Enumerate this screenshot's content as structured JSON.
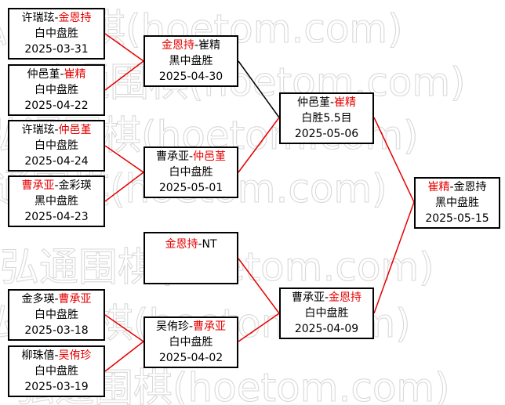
{
  "watermark": "弘通围棋(hoetom.com)",
  "colors": {
    "winner": "#e60000",
    "loser": "#000000",
    "lineWin": "#e60000",
    "lineLose": "#000000"
  },
  "matches": {
    "m1": {
      "p1": "许瑞玹",
      "p2": "金恩持",
      "winner": 2,
      "result": "白中盘胜",
      "date": "2025-03-31"
    },
    "m2": {
      "p1": "仲邑堇",
      "p2": "崔精",
      "winner": 2,
      "result": "白中盘胜",
      "date": "2025-04-22"
    },
    "m3": {
      "p1": "许瑞玹",
      "p2": "仲邑堇",
      "winner": 2,
      "result": "白中盘胜",
      "date": "2025-04-24"
    },
    "m4": {
      "p1": "曹承亚",
      "p2": "金彩瑛",
      "winner": 1,
      "result": "黑中盘胜",
      "date": "2025-04-23"
    },
    "m5": {
      "p1": "金多瑛",
      "p2": "曹承亚",
      "winner": 2,
      "result": "白中盘胜",
      "date": "2025-03-18"
    },
    "m6": {
      "p1": "柳珠僖",
      "p2": "吴侑珍",
      "winner": 2,
      "result": "白中盘胜",
      "date": "2025-03-19"
    },
    "q1": {
      "p1": "金恩持",
      "p2": "崔精",
      "winner": 1,
      "result": "黑中盘胜",
      "date": "2025-04-30"
    },
    "q2": {
      "p1": "曹承亚",
      "p2": "仲邑堇",
      "winner": 2,
      "result": "白中盘胜",
      "date": "2025-05-01"
    },
    "q3": {
      "p1": "金恩持",
      "p2": "NT",
      "winner": 1,
      "result": "",
      "date": ""
    },
    "q4": {
      "p1": "吴侑珍",
      "p2": "曹承亚",
      "winner": 2,
      "result": "白中盘胜",
      "date": "2025-04-02"
    },
    "s1": {
      "p1": "仲邑堇",
      "p2": "崔精",
      "winner": 2,
      "result": "白胜5.5目",
      "date": "2025-05-06"
    },
    "s2": {
      "p1": "曹承亚",
      "p2": "金恩持",
      "winner": 2,
      "result": "白中盘胜",
      "date": "2025-04-09"
    },
    "f": {
      "p1": "崔精",
      "p2": "金恩持",
      "winner": 1,
      "result": "黑中盘胜",
      "date": "2025-05-15"
    }
  }
}
